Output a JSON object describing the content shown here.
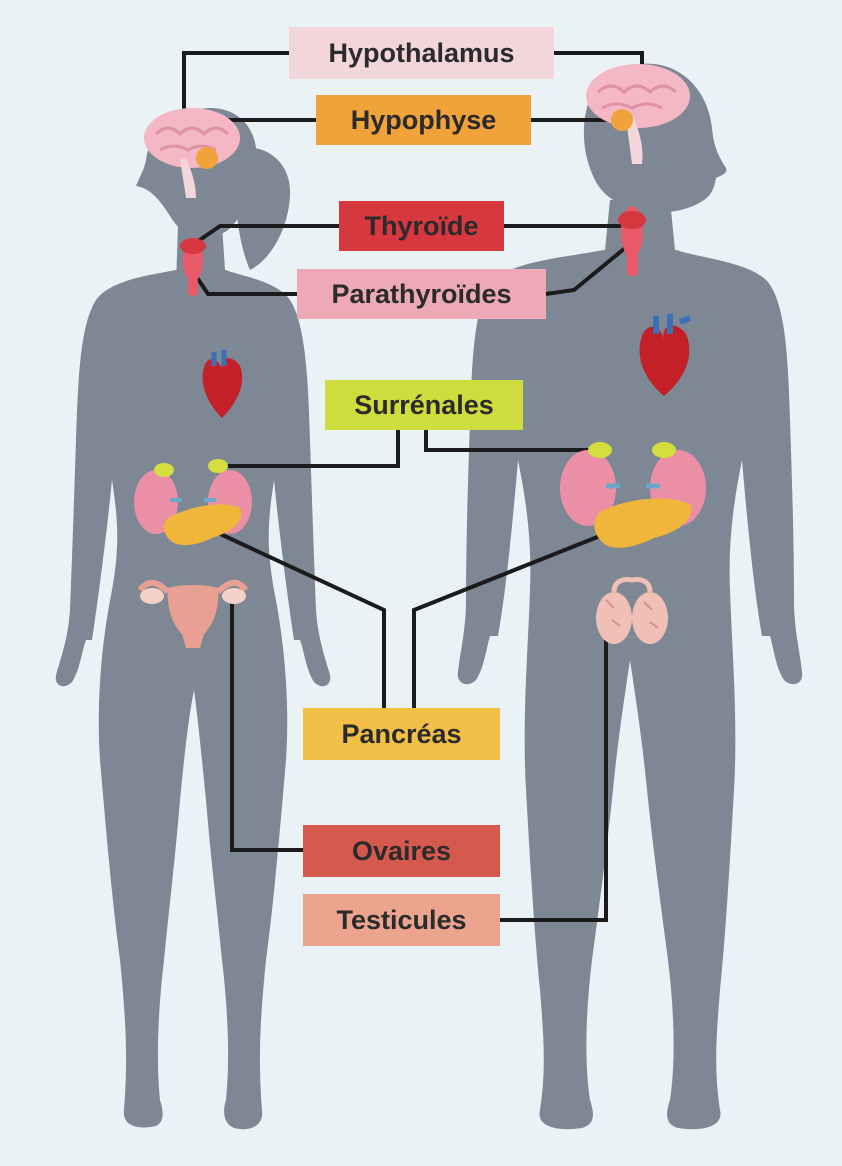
{
  "labels": {
    "hypothalamus": "Hypothalamus",
    "hypophyse": "Hypophyse",
    "thyroide": "Thyroïde",
    "parathyroides": "Parathyroïdes",
    "surrenales": "Surrénales",
    "pancreas": "Pancréas",
    "ovaires": "Ovaires",
    "testicules": "Testicules"
  },
  "colors": {
    "background": "#eaf2f6",
    "silhouette": "#7d8894",
    "hypothalamus": "#f2d6dc",
    "hypophyse": "#f0a33a",
    "thyroide": "#d7373f",
    "parathyroides": "#eea9b6",
    "surrenales": "#cfdc3e",
    "pancreas": "#f3c047",
    "ovaires": "#d5594d",
    "testicules": "#eda48f",
    "leader_line": "#1b1b1b"
  }
}
